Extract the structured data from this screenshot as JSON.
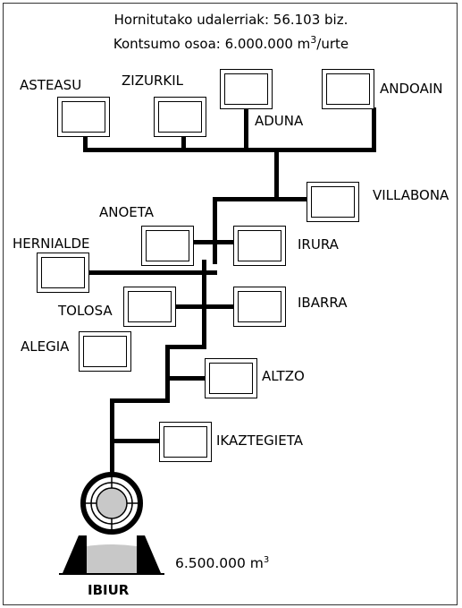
{
  "header": {
    "line1": "Hornitutako udalerriak: 56.103 biz.",
    "line2_prefix": "Kontsumo osoa: 6.000.000 m",
    "line2_sup": "3",
    "line2_suffix": "/urte"
  },
  "towns": {
    "asteasu": "ASTEASU",
    "zizurkil": "ZIZURKIL",
    "aduna": "ADUNA",
    "andoain": "ANDOAIN",
    "villabona": "VILLABONA",
    "anoeta": "ANOETA",
    "irura": "IRURA",
    "hernialde": "HERNIALDE",
    "tolosa": "TOLOSA",
    "ibarra": "IBARRA",
    "alegia": "ALEGIA",
    "altzo": "ALTZO",
    "ikaztegieta": "IKAZTEGIETA"
  },
  "reservoir": {
    "name": "IBIUR",
    "capacity_prefix": "6.500.000 m",
    "capacity_sup": "3"
  }
}
